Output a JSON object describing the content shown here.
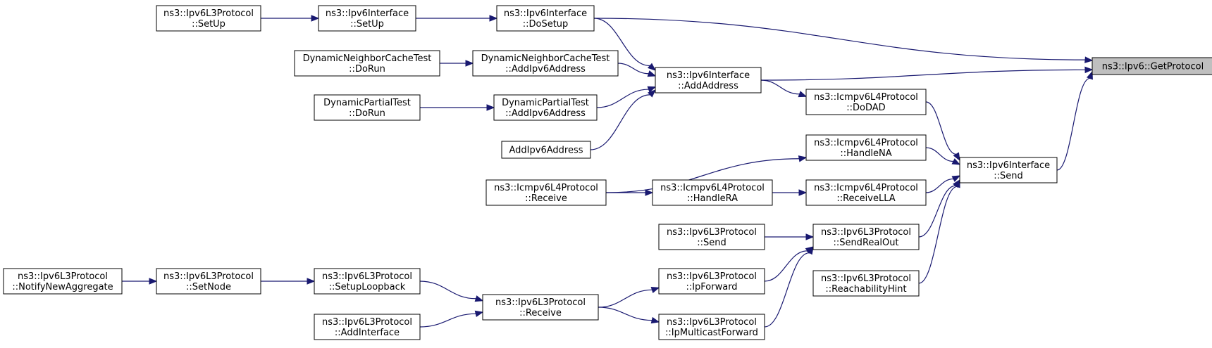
{
  "nodes": [
    {
      "id": "ipv6-getprotocol",
      "lines": [
        "ns3::Ipv6::GetProtocol"
      ],
      "focus": true
    },
    {
      "id": "ipv6l3-setup",
      "lines": [
        "ns3::Ipv6L3Protocol",
        "::SetUp"
      ]
    },
    {
      "id": "ipv6if-setup",
      "lines": [
        "ns3::Ipv6Interface",
        "::SetUp"
      ]
    },
    {
      "id": "ipv6if-dosetup",
      "lines": [
        "ns3::Ipv6Interface",
        "::DoSetup"
      ]
    },
    {
      "id": "dyncache-dorun",
      "lines": [
        "DynamicNeighborCacheTest",
        "::DoRun"
      ]
    },
    {
      "id": "dyncache-addaddr",
      "lines": [
        "DynamicNeighborCacheTest",
        "::AddIpv6Address"
      ]
    },
    {
      "id": "ipv6if-addaddress",
      "lines": [
        "ns3::Ipv6Interface",
        "::AddAddress"
      ]
    },
    {
      "id": "dynpartial-dorun",
      "lines": [
        "DynamicPartialTest",
        "::DoRun"
      ]
    },
    {
      "id": "dynpartial-addaddr",
      "lines": [
        "DynamicPartialTest",
        "::AddIpv6Address"
      ]
    },
    {
      "id": "addipv6address",
      "lines": [
        "AddIpv6Address"
      ]
    },
    {
      "id": "icmp-dodad",
      "lines": [
        "ns3::Icmpv6L4Protocol",
        "::DoDAD"
      ]
    },
    {
      "id": "icmp-handlena",
      "lines": [
        "ns3::Icmpv6L4Protocol",
        "::HandleNA"
      ]
    },
    {
      "id": "ipv6if-send",
      "lines": [
        "ns3::Ipv6Interface",
        "::Send"
      ]
    },
    {
      "id": "icmp-receive",
      "lines": [
        "ns3::Icmpv6L4Protocol",
        "::Receive"
      ]
    },
    {
      "id": "icmp-handlera",
      "lines": [
        "ns3::Icmpv6L4Protocol",
        "::HandleRA"
      ]
    },
    {
      "id": "icmp-receivella",
      "lines": [
        "ns3::Icmpv6L4Protocol",
        "::ReceiveLLA"
      ]
    },
    {
      "id": "ipv6l3-send",
      "lines": [
        "ns3::Ipv6L3Protocol",
        "::Send"
      ]
    },
    {
      "id": "ipv6l3-sendrealout",
      "lines": [
        "ns3::Ipv6L3Protocol",
        "::SendRealOut"
      ]
    },
    {
      "id": "ipv6l3-reachhint",
      "lines": [
        "ns3::Ipv6L3Protocol",
        "::ReachabilityHint"
      ]
    },
    {
      "id": "ipv6l3-notifynewagg",
      "lines": [
        "ns3::Ipv6L3Protocol",
        "::NotifyNewAggregate"
      ]
    },
    {
      "id": "ipv6l3-setnode",
      "lines": [
        "ns3::Ipv6L3Protocol",
        "::SetNode"
      ]
    },
    {
      "id": "ipv6l3-setuploopback",
      "lines": [
        "ns3::Ipv6L3Protocol",
        "::SetupLoopback"
      ]
    },
    {
      "id": "ipv6l3-receive",
      "lines": [
        "ns3::Ipv6L3Protocol",
        "::Receive"
      ]
    },
    {
      "id": "ipv6l3-ipforward",
      "lines": [
        "ns3::Ipv6L3Protocol",
        "::IpForward"
      ]
    },
    {
      "id": "ipv6l3-addinterface",
      "lines": [
        "ns3::Ipv6L3Protocol",
        "::AddInterface"
      ]
    },
    {
      "id": "ipv6l3-ipmcastforward",
      "lines": [
        "ns3::Ipv6L3Protocol",
        "::IpMulticastForward"
      ]
    }
  ],
  "edges": [
    {
      "from": "ipv6l3-setup",
      "to": "ipv6if-setup"
    },
    {
      "from": "ipv6if-setup",
      "to": "ipv6if-dosetup"
    },
    {
      "from": "ipv6if-dosetup",
      "to": "ipv6-getprotocol"
    },
    {
      "from": "ipv6if-dosetup",
      "to": "ipv6if-addaddress"
    },
    {
      "from": "dyncache-dorun",
      "to": "dyncache-addaddr"
    },
    {
      "from": "dyncache-addaddr",
      "to": "ipv6if-addaddress"
    },
    {
      "from": "dynpartial-dorun",
      "to": "dynpartial-addaddr"
    },
    {
      "from": "dynpartial-addaddr",
      "to": "ipv6if-addaddress"
    },
    {
      "from": "addipv6address",
      "to": "ipv6if-addaddress"
    },
    {
      "from": "ipv6if-addaddress",
      "to": "ipv6-getprotocol"
    },
    {
      "from": "ipv6if-addaddress",
      "to": "icmp-dodad"
    },
    {
      "from": "icmp-dodad",
      "to": "ipv6if-send"
    },
    {
      "from": "icmp-handlena",
      "to": "ipv6if-send"
    },
    {
      "from": "icmp-receive",
      "to": "icmp-handlena"
    },
    {
      "from": "icmp-receive",
      "to": "icmp-handlera"
    },
    {
      "from": "icmp-handlera",
      "to": "icmp-receivella"
    },
    {
      "from": "icmp-receivella",
      "to": "ipv6if-send"
    },
    {
      "from": "ipv6if-send",
      "to": "ipv6-getprotocol"
    },
    {
      "from": "ipv6l3-send",
      "to": "ipv6l3-sendrealout"
    },
    {
      "from": "ipv6l3-sendrealout",
      "to": "ipv6if-send"
    },
    {
      "from": "ipv6l3-reachhint",
      "to": "ipv6if-send"
    },
    {
      "from": "ipv6l3-notifynewagg",
      "to": "ipv6l3-setnode"
    },
    {
      "from": "ipv6l3-setnode",
      "to": "ipv6l3-setuploopback"
    },
    {
      "from": "ipv6l3-setuploopback",
      "to": "ipv6l3-receive"
    },
    {
      "from": "ipv6l3-addinterface",
      "to": "ipv6l3-receive"
    },
    {
      "from": "ipv6l3-receive",
      "to": "ipv6l3-ipforward"
    },
    {
      "from": "ipv6l3-receive",
      "to": "ipv6l3-ipmcastforward"
    },
    {
      "from": "ipv6l3-ipforward",
      "to": "ipv6l3-sendrealout"
    },
    {
      "from": "ipv6l3-ipmcastforward",
      "to": "ipv6l3-sendrealout"
    }
  ],
  "colors": {
    "edge": "#191970",
    "node_border": "#000000",
    "node_fill": "#ffffff",
    "focus_fill": "#bfbfbf"
  }
}
